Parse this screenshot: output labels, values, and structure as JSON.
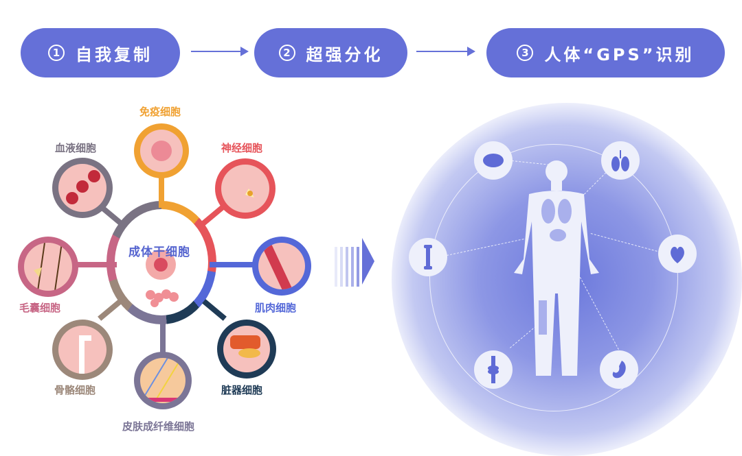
{
  "steps": [
    {
      "num": "1",
      "label": "自我复制"
    },
    {
      "num": "2",
      "label": "超强分化"
    },
    {
      "num": "3",
      "label": "人体“GPS”识别"
    }
  ],
  "core": {
    "label": "成体干细胞"
  },
  "cells": [
    {
      "label": "免疫细胞",
      "color": "#f0a132"
    },
    {
      "label": "神经细胞",
      "color": "#e6545a"
    },
    {
      "label": "肌肉细胞",
      "color": "#5468d8"
    },
    {
      "label": "脏器细胞",
      "color": "#1f3b56"
    },
    {
      "label": "皮肤成纤维细胞",
      "color": "#7b7596"
    },
    {
      "label": "骨骼细胞",
      "color": "#9c887a"
    },
    {
      "label": "毛囊细胞",
      "color": "#c76685"
    },
    {
      "label": "血液细胞",
      "color": "#7a7383"
    }
  ],
  "organs": [
    "brain",
    "lungs",
    "heart",
    "stomach",
    "knee-joint",
    "bone"
  ],
  "colors": {
    "accent": "#6570d8"
  }
}
